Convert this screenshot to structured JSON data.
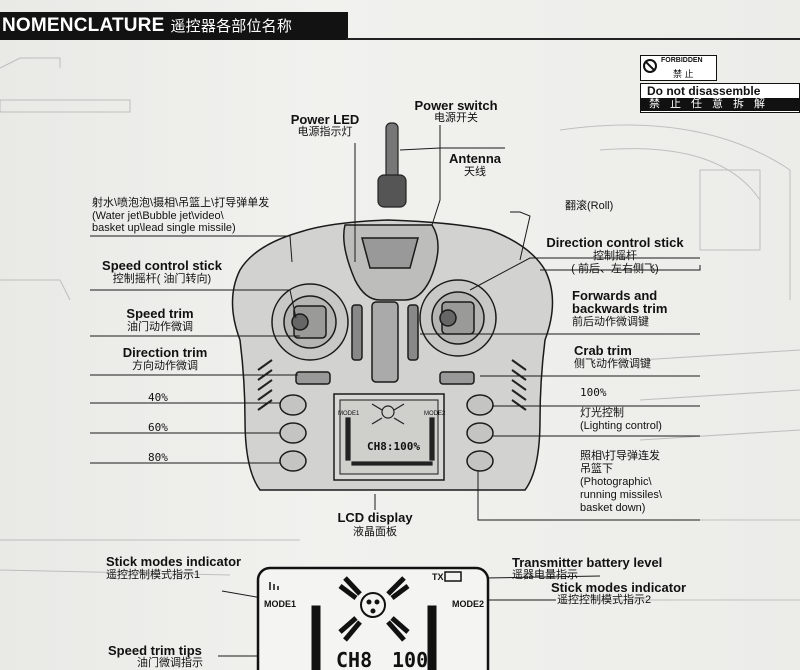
{
  "header": {
    "title_en": "NOMENCLATURE",
    "title_zh": "遥控器各部位名称"
  },
  "forbidden": {
    "label_en": "FORBIDDEN",
    "label_zh": "禁 止"
  },
  "warning": {
    "en": "Do not disassemble",
    "zh": "禁止任意拆解"
  },
  "left_labels": {
    "top_zh": "射水\\喷泡泡\\摄相\\吊篮上\\打导弹单发",
    "top_en1": "(Water jet\\Bubble jet\\video\\",
    "top_en2": "basket up\\lead single missile)",
    "speed_stick_en": "Speed control stick",
    "speed_stick_zh": "控制摇杆(  油门转向)",
    "speed_trim_en": "Speed trim",
    "speed_trim_zh": "油门动作微调",
    "dir_trim_en": "Direction trim",
    "dir_trim_zh": "方向动作微调",
    "p40": "40%",
    "p60": "60%",
    "p80": "80%"
  },
  "center_labels": {
    "power_led_en": "Power LED",
    "power_led_zh": "电源指示灯",
    "power_switch_en": "Power switch",
    "power_switch_zh": "电源开关",
    "antenna_en": "Antenna",
    "antenna_zh": "天线",
    "lcd_en": "LCD display",
    "lcd_zh": "液晶面板"
  },
  "right_labels": {
    "roll": "翻滚(Roll)",
    "dir_stick_en": "Direction control stick",
    "dir_stick_zh1": "控制摇杆",
    "dir_stick_zh2": "( 前后、左右侧飞)",
    "fwd_en1": "Forwards and",
    "fwd_en2": "backwards trim",
    "fwd_zh": "前后动作微调键",
    "crab_en": "Crab trim",
    "crab_zh": "侧飞动作微调键",
    "p100": "100%",
    "light_zh": "灯光控制",
    "light_en": "(Lighting control)",
    "photo_zh1": "照相\\打导弹连发",
    "photo_zh2": "吊篮下",
    "photo_en1": "(Photographic\\",
    "photo_en2": "running missiles\\",
    "photo_en3": "basket down)"
  },
  "bottom_labels": {
    "stick_modes_en": "Stick modes indicator",
    "stick_modes_zh": "遥控控制模式指示1",
    "battery_en": "Transmitter battery level",
    "battery_zh": "遥器电量指示",
    "stick_modes2_en": "Stick modes indicator",
    "stick_modes2_zh": "遥控控制模式指示2",
    "speed_tips_en": "Speed trim tips",
    "speed_tips_zh": "油门微调指示"
  },
  "lcd": {
    "mode1": "MODE1",
    "mode2": "MODE2",
    "tx": "TX",
    "ch": "CH8",
    "pct": "100%",
    "big_ch": "CH8",
    "big_pct": "100"
  }
}
